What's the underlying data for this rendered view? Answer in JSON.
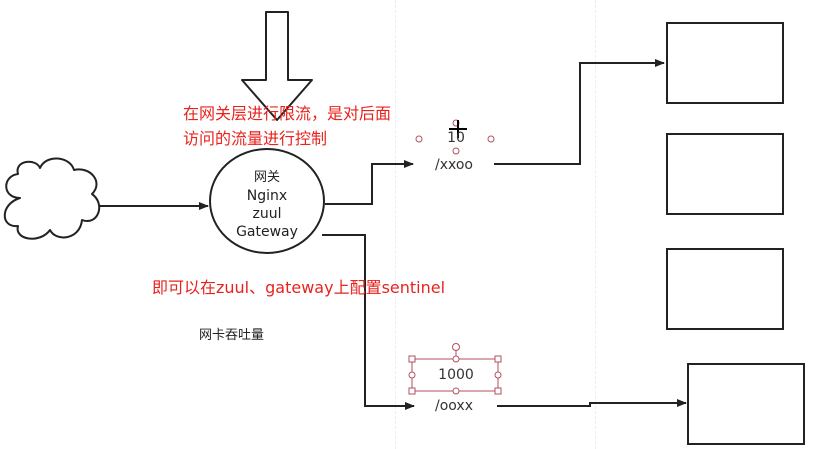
{
  "gateway": {
    "line1": "网关",
    "line2": "Nginx",
    "line3": "zuul",
    "line4": "Gateway"
  },
  "annotations": {
    "rate_limit_line1": "在网关层进行限流，是对后面",
    "rate_limit_line2": "访问的流量进行控制",
    "sentinel_note": "即可以在zuul、gateway上配置sentinel",
    "nic_throughput": "网卡吞吐量"
  },
  "routes": [
    {
      "path": "/xxoo",
      "limit": "10"
    },
    {
      "path": "/ooxx",
      "limit": "1000"
    }
  ],
  "colors": {
    "annotation": "#e8231e",
    "stroke": "#222222",
    "handle": "#b05060"
  }
}
